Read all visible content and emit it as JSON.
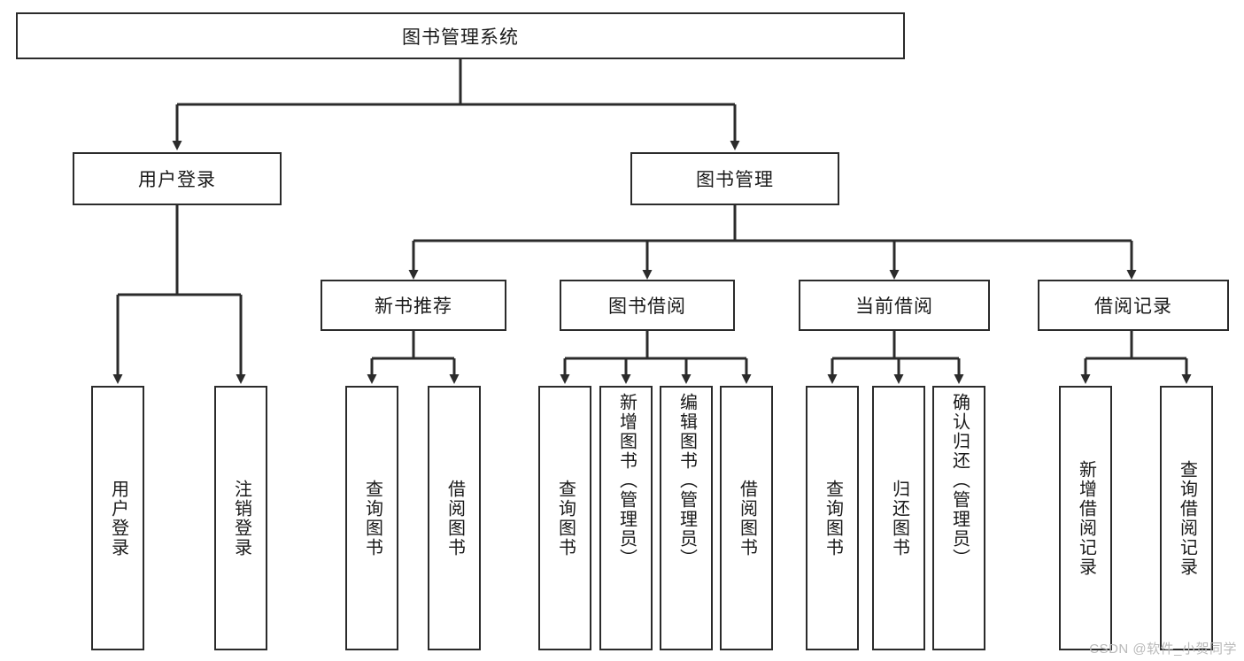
{
  "diagram": {
    "title": "图书管理系统",
    "type": "hierarchy-tree",
    "root": {
      "label": "图书管理系统"
    },
    "level1": [
      {
        "label": "用户登录"
      },
      {
        "label": "图书管理"
      }
    ],
    "level2": [
      {
        "label": "新书推荐"
      },
      {
        "label": "图书借阅"
      },
      {
        "label": "当前借阅"
      },
      {
        "label": "借阅记录"
      }
    ],
    "leaves": {
      "user_login": [
        {
          "label": "用户登录"
        },
        {
          "label": "注销登录"
        }
      ],
      "new_book_recommend": [
        {
          "label": "查询图书"
        },
        {
          "label": "借阅图书"
        }
      ],
      "book_borrow": [
        {
          "label": "查询图书"
        },
        {
          "label": "新增图书（管理员）"
        },
        {
          "label": "编辑图书（管理员）"
        },
        {
          "label": "借阅图书"
        }
      ],
      "current_borrow": [
        {
          "label": "查询图书"
        },
        {
          "label": "归还图书"
        },
        {
          "label": "确认归还（管理员）"
        }
      ],
      "borrow_record": [
        {
          "label": "新增借阅记录"
        },
        {
          "label": "查询借阅记录"
        }
      ]
    }
  },
  "watermark": {
    "text": "CSDN @软件_小贺同学"
  },
  "colors": {
    "border": "#2b2b2b",
    "background": "#ffffff",
    "text": "#1a1a1a",
    "watermark": "#b9b9b9"
  }
}
